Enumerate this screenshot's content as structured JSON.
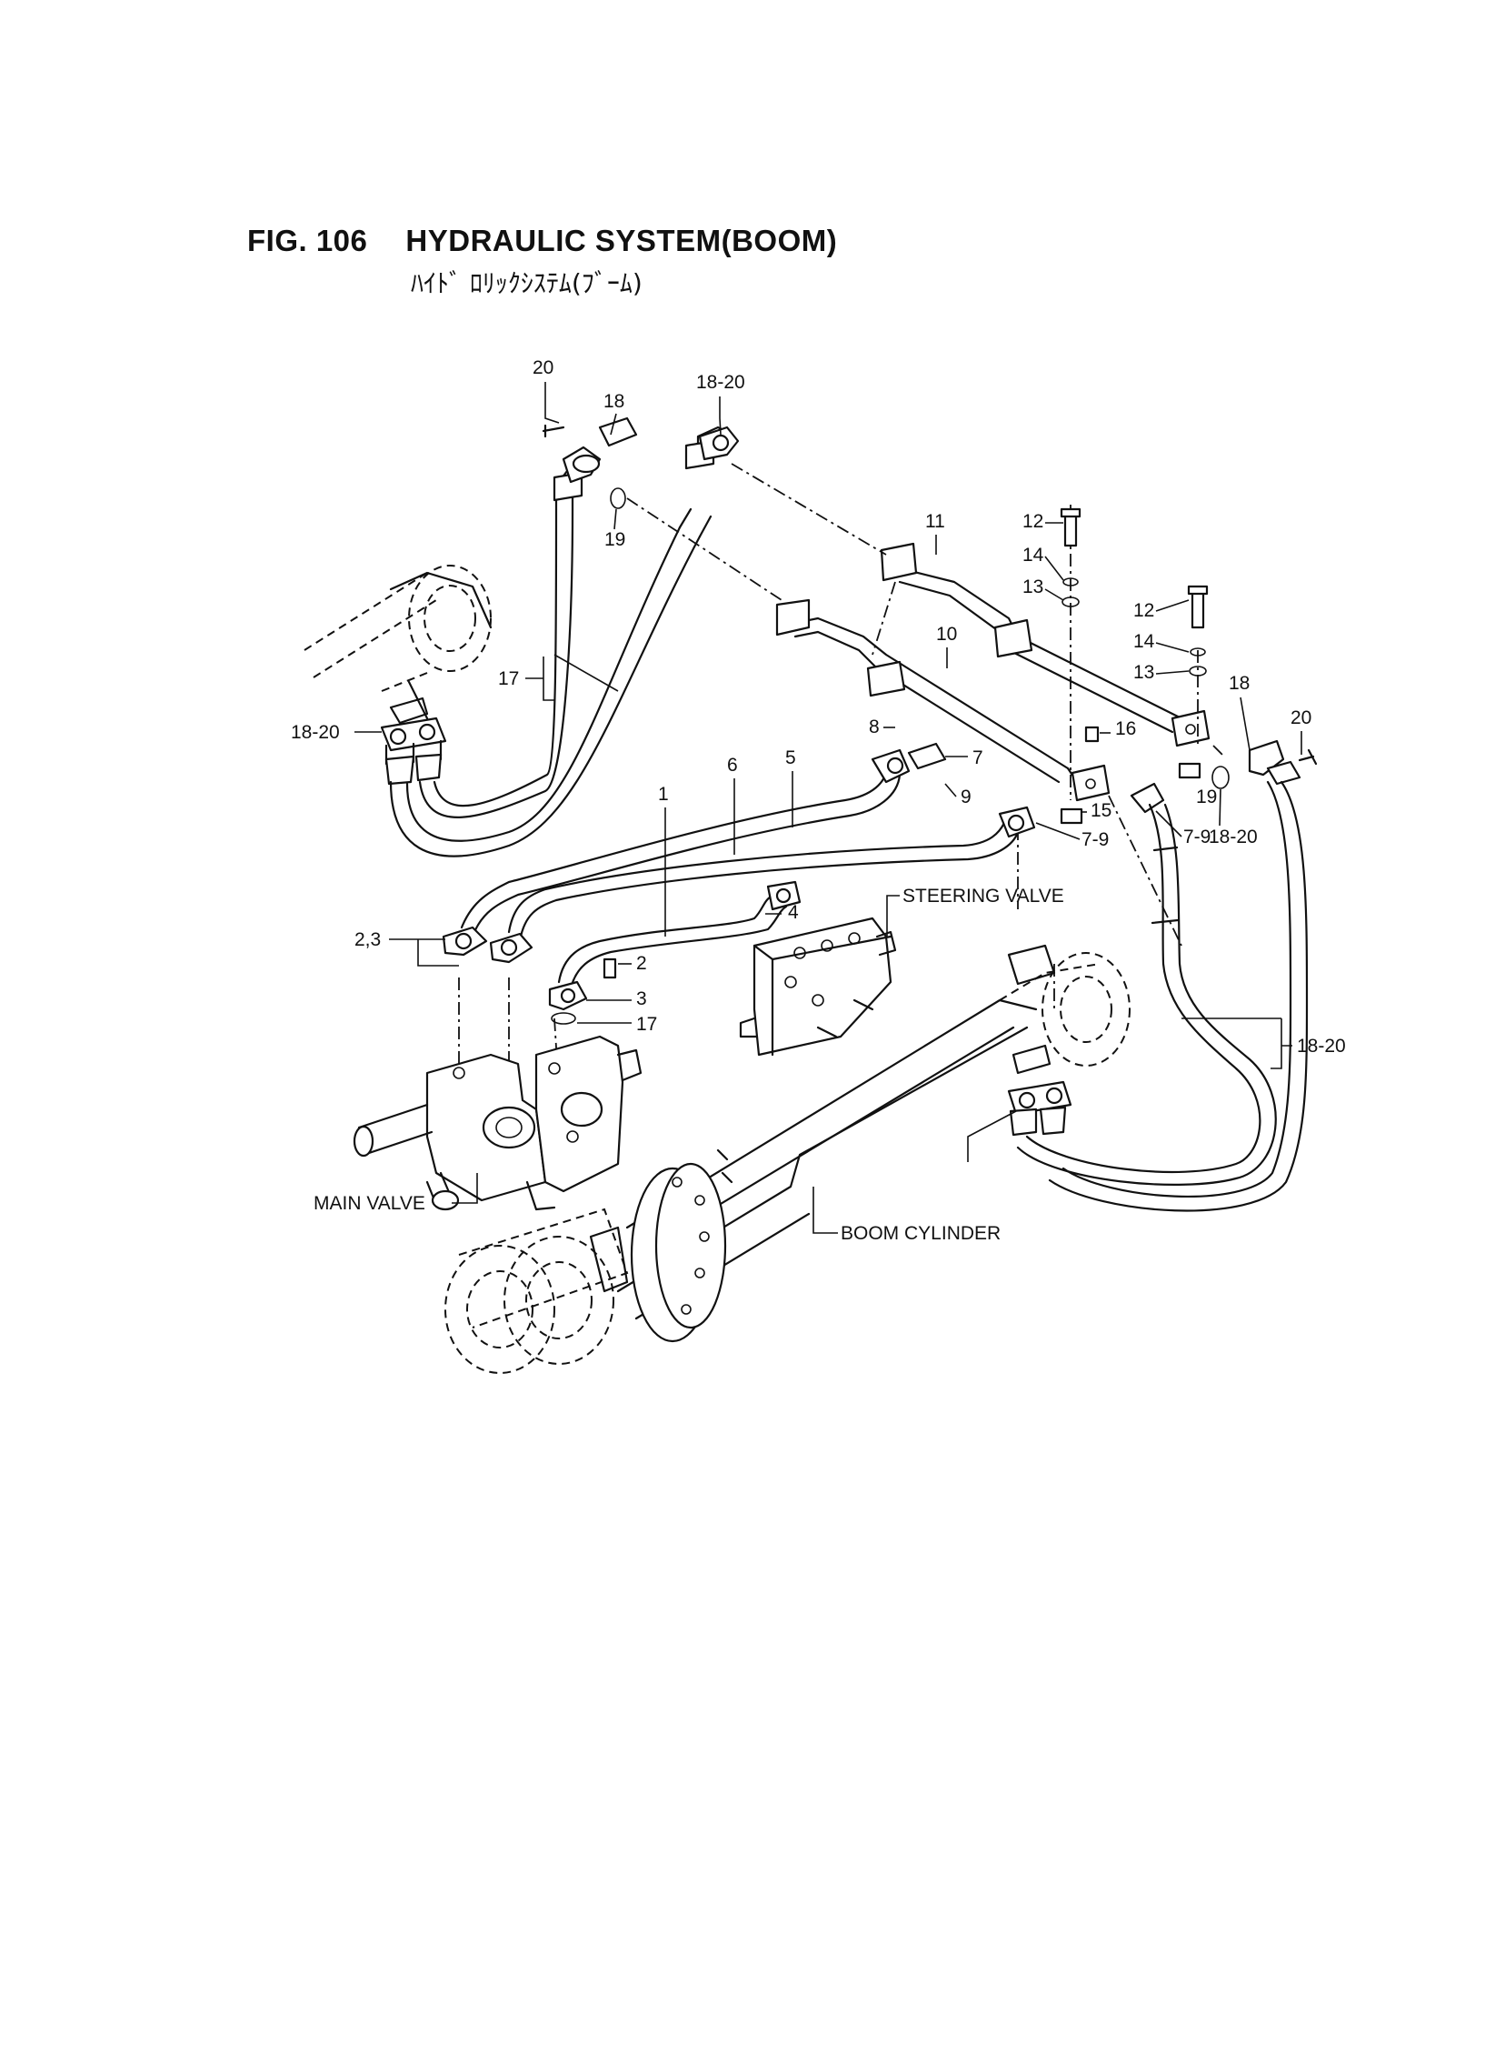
{
  "figure": {
    "number": "FIG. 106",
    "title": "HYDRAULIC SYSTEM(BOOM)",
    "subtitle_jp": "ﾊｲﾄﾞ ﾛﾘｯｸｼｽﾃﾑ(ﾌﾞｰﾑ)"
  },
  "components": {
    "steering_valve": "STEERING VALVE",
    "main_valve": "MAIN VALVE",
    "boom_cylinder": "BOOM CYLINDER"
  },
  "callouts": [
    "20",
    "18",
    "18-20",
    "19",
    "11",
    "12",
    "14",
    "13",
    "10",
    "12",
    "14",
    "13",
    "18",
    "20",
    "17",
    "18-20",
    "8",
    "16",
    "7",
    "6",
    "5",
    "1",
    "9",
    "15",
    "19",
    "18-20",
    "7-9",
    "7-9",
    "2,3",
    "4",
    "2",
    "3",
    "17",
    "18-20"
  ]
}
